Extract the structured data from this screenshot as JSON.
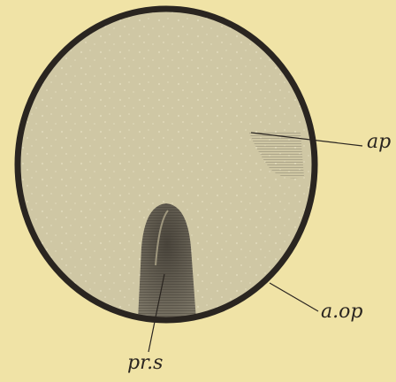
{
  "colors": {
    "background": "#f0e3a6",
    "disc_fill": "#cfc7a4",
    "outline": "#2a2520",
    "streak": "#5d574b"
  },
  "labels": {
    "ap": "ap",
    "aop": "a.op",
    "prs": "pr.s"
  }
}
